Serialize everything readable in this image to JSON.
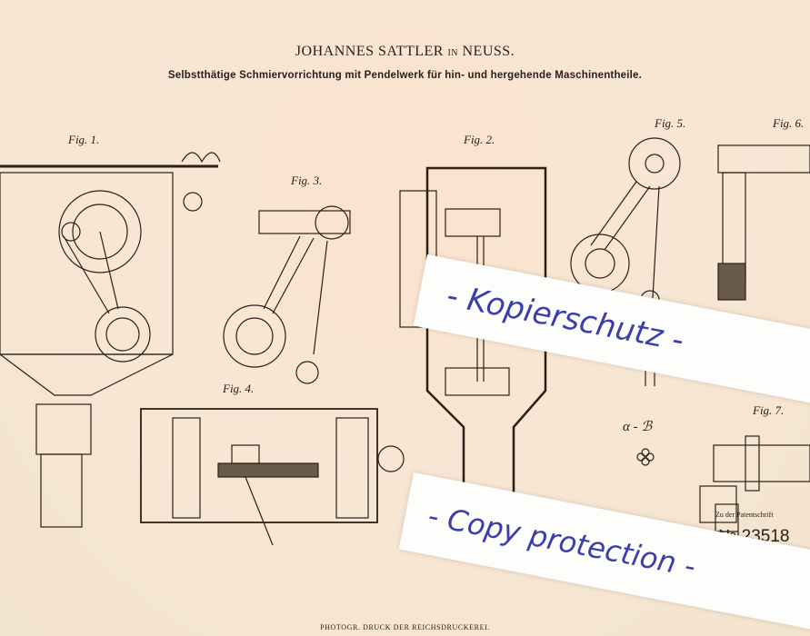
{
  "header": {
    "author": "JOHANNES SATTLER",
    "in": "IN",
    "city": "NEUSS.",
    "subtitle": "Selbstthätige Schmiervorrichtung mit Pendelwerk für hin- und hergehende Maschinentheile."
  },
  "figures": {
    "fig1": "Fig. 1.",
    "fig2": "Fig. 2.",
    "fig3": "Fig. 3.",
    "fig4": "Fig. 4.",
    "fig5": "Fig. 5.",
    "fig6": "Fig. 6.",
    "fig7": "Fig. 7."
  },
  "section_label": "α - ℬ",
  "patent_reference": "Zu der Patentschrift",
  "patent_number": "№ 23518",
  "footer": "PHOTOGR. DRUCK DER REICHSDRUCKEREI.",
  "watermarks": {
    "german": "- Kopierschutz -",
    "english": "- Copy protection -"
  }
}
